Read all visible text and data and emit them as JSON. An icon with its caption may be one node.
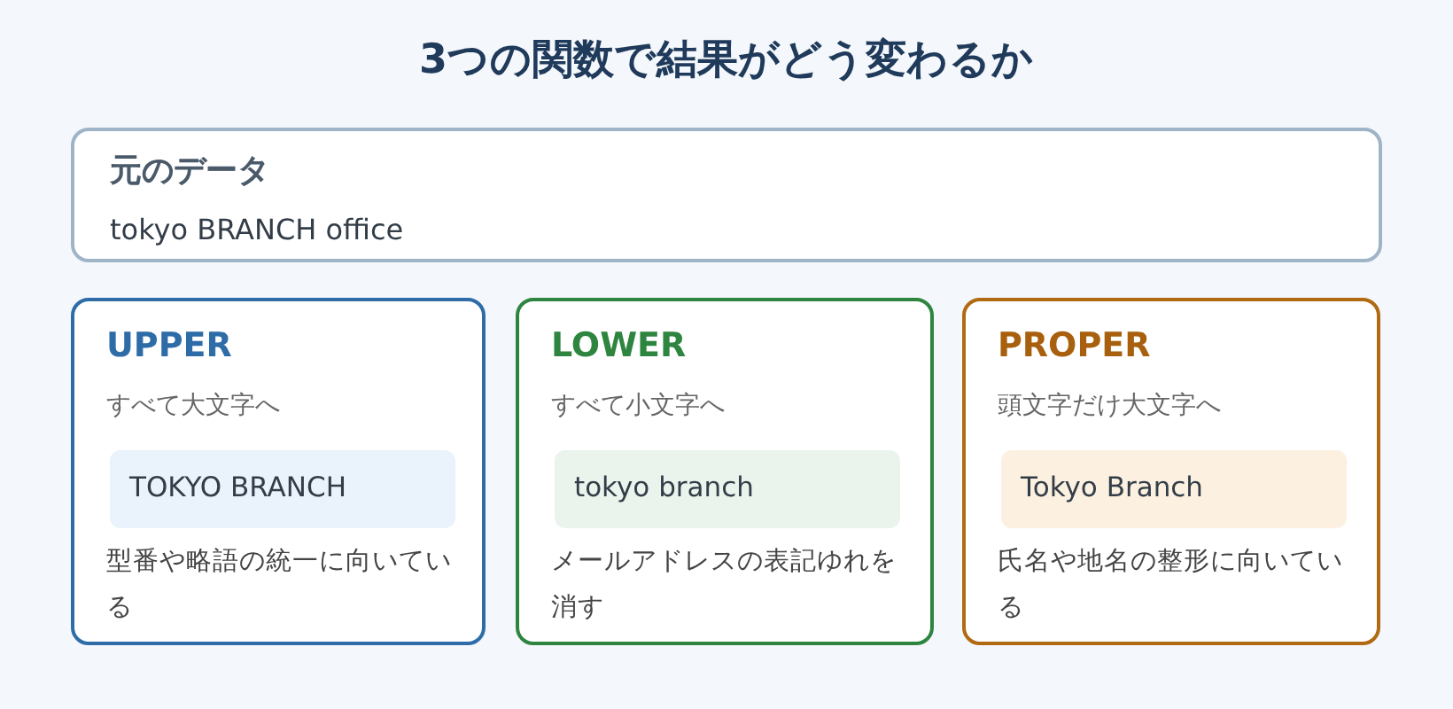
{
  "diagram": {
    "title": "3つの関数で結果がどう変わるか",
    "nodes": [
      {
        "text": [
          "元のデータ",
          "tokyo BRANCH office"
        ]
      },
      {
        "text": [
          "UPPER",
          "すべて大文字へ",
          "型番や略語の統一に向いている"
        ]
      },
      {
        "text": [
          "TOKYO BRANCH"
        ],
        "in": 1
      },
      {
        "text": [
          "LOWER",
          "すべて小文字へ",
          "メールアドレスの表記ゆれを消す"
        ]
      },
      {
        "text": [
          "tokyo branch"
        ],
        "in": 3
      },
      {
        "text": [
          "PROPER",
          "頭文字だけ大文字へ",
          "氏名や地名の整形に向いている"
        ]
      },
      {
        "text": [
          "Tokyo Branch"
        ],
        "in": 5
      }
    ]
  }
}
